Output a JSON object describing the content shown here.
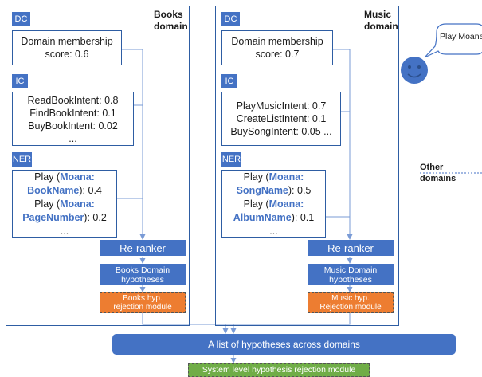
{
  "books": {
    "title_line1": "Books",
    "title_line2": "domain",
    "dc_tag": "DC",
    "dc_line1": "Domain membership",
    "dc_line2": "score: 0.6",
    "ic_tag": "IC",
    "ic_lines": [
      "ReadBookIntent: 0.8",
      "FindBookIntent: 0.1",
      "BuyBookIntent: 0.02",
      "..."
    ],
    "ner_tag": "NER",
    "ner": {
      "r1a": "Play (",
      "r1b": "Moana:",
      "r2a": "BookName",
      "r2b": "): 0.4",
      "r3a": "Play (",
      "r3b": "Moana:",
      "r4a": "PageNumber",
      "r4b": "): 0.2",
      "r5": "..."
    },
    "reranker": "Re-ranker",
    "hyp_line1": "Books Domain",
    "hyp_line2": "hypotheses",
    "rej_line1": "Books hyp.",
    "rej_line2": "rejection module"
  },
  "music": {
    "title_line1": "Music",
    "title_line2": "domain",
    "dc_tag": "DC",
    "dc_line1": "Domain membership",
    "dc_line2": "score: 0.7",
    "ic_tag": "IC",
    "ic_lines": [
      "PlayMusicIntent: 0.7",
      "CreateListIntent: 0.1",
      "BuySongIntent: 0.05 ..."
    ],
    "ner_tag": "NER",
    "ner": {
      "r1a": "Play (",
      "r1b": "Moana:",
      "r2a": "SongName",
      "r2b": "): 0.5",
      "r3a": "Play (",
      "r3b": "Moana:",
      "r4a": "AlbumName",
      "r4b": "): 0.1",
      "r5": "..."
    },
    "reranker": "Re-ranker",
    "hyp_line1": "Music Domain",
    "hyp_line2": "hypotheses",
    "rej_line1": "Music hyp.",
    "rej_line2": "Rejection module"
  },
  "other_domains_line1": "Other",
  "other_domains_line2": "domains",
  "speech_bubble": "Play Moana",
  "list_box": "A list of hypotheses across domains",
  "system_rejection": "System level  hypothesis rejection module",
  "colors": {
    "primary_blue": "#4472c4",
    "border_blue": "#2e5da3",
    "orange": "#ed7d31",
    "green": "#70ad47"
  }
}
